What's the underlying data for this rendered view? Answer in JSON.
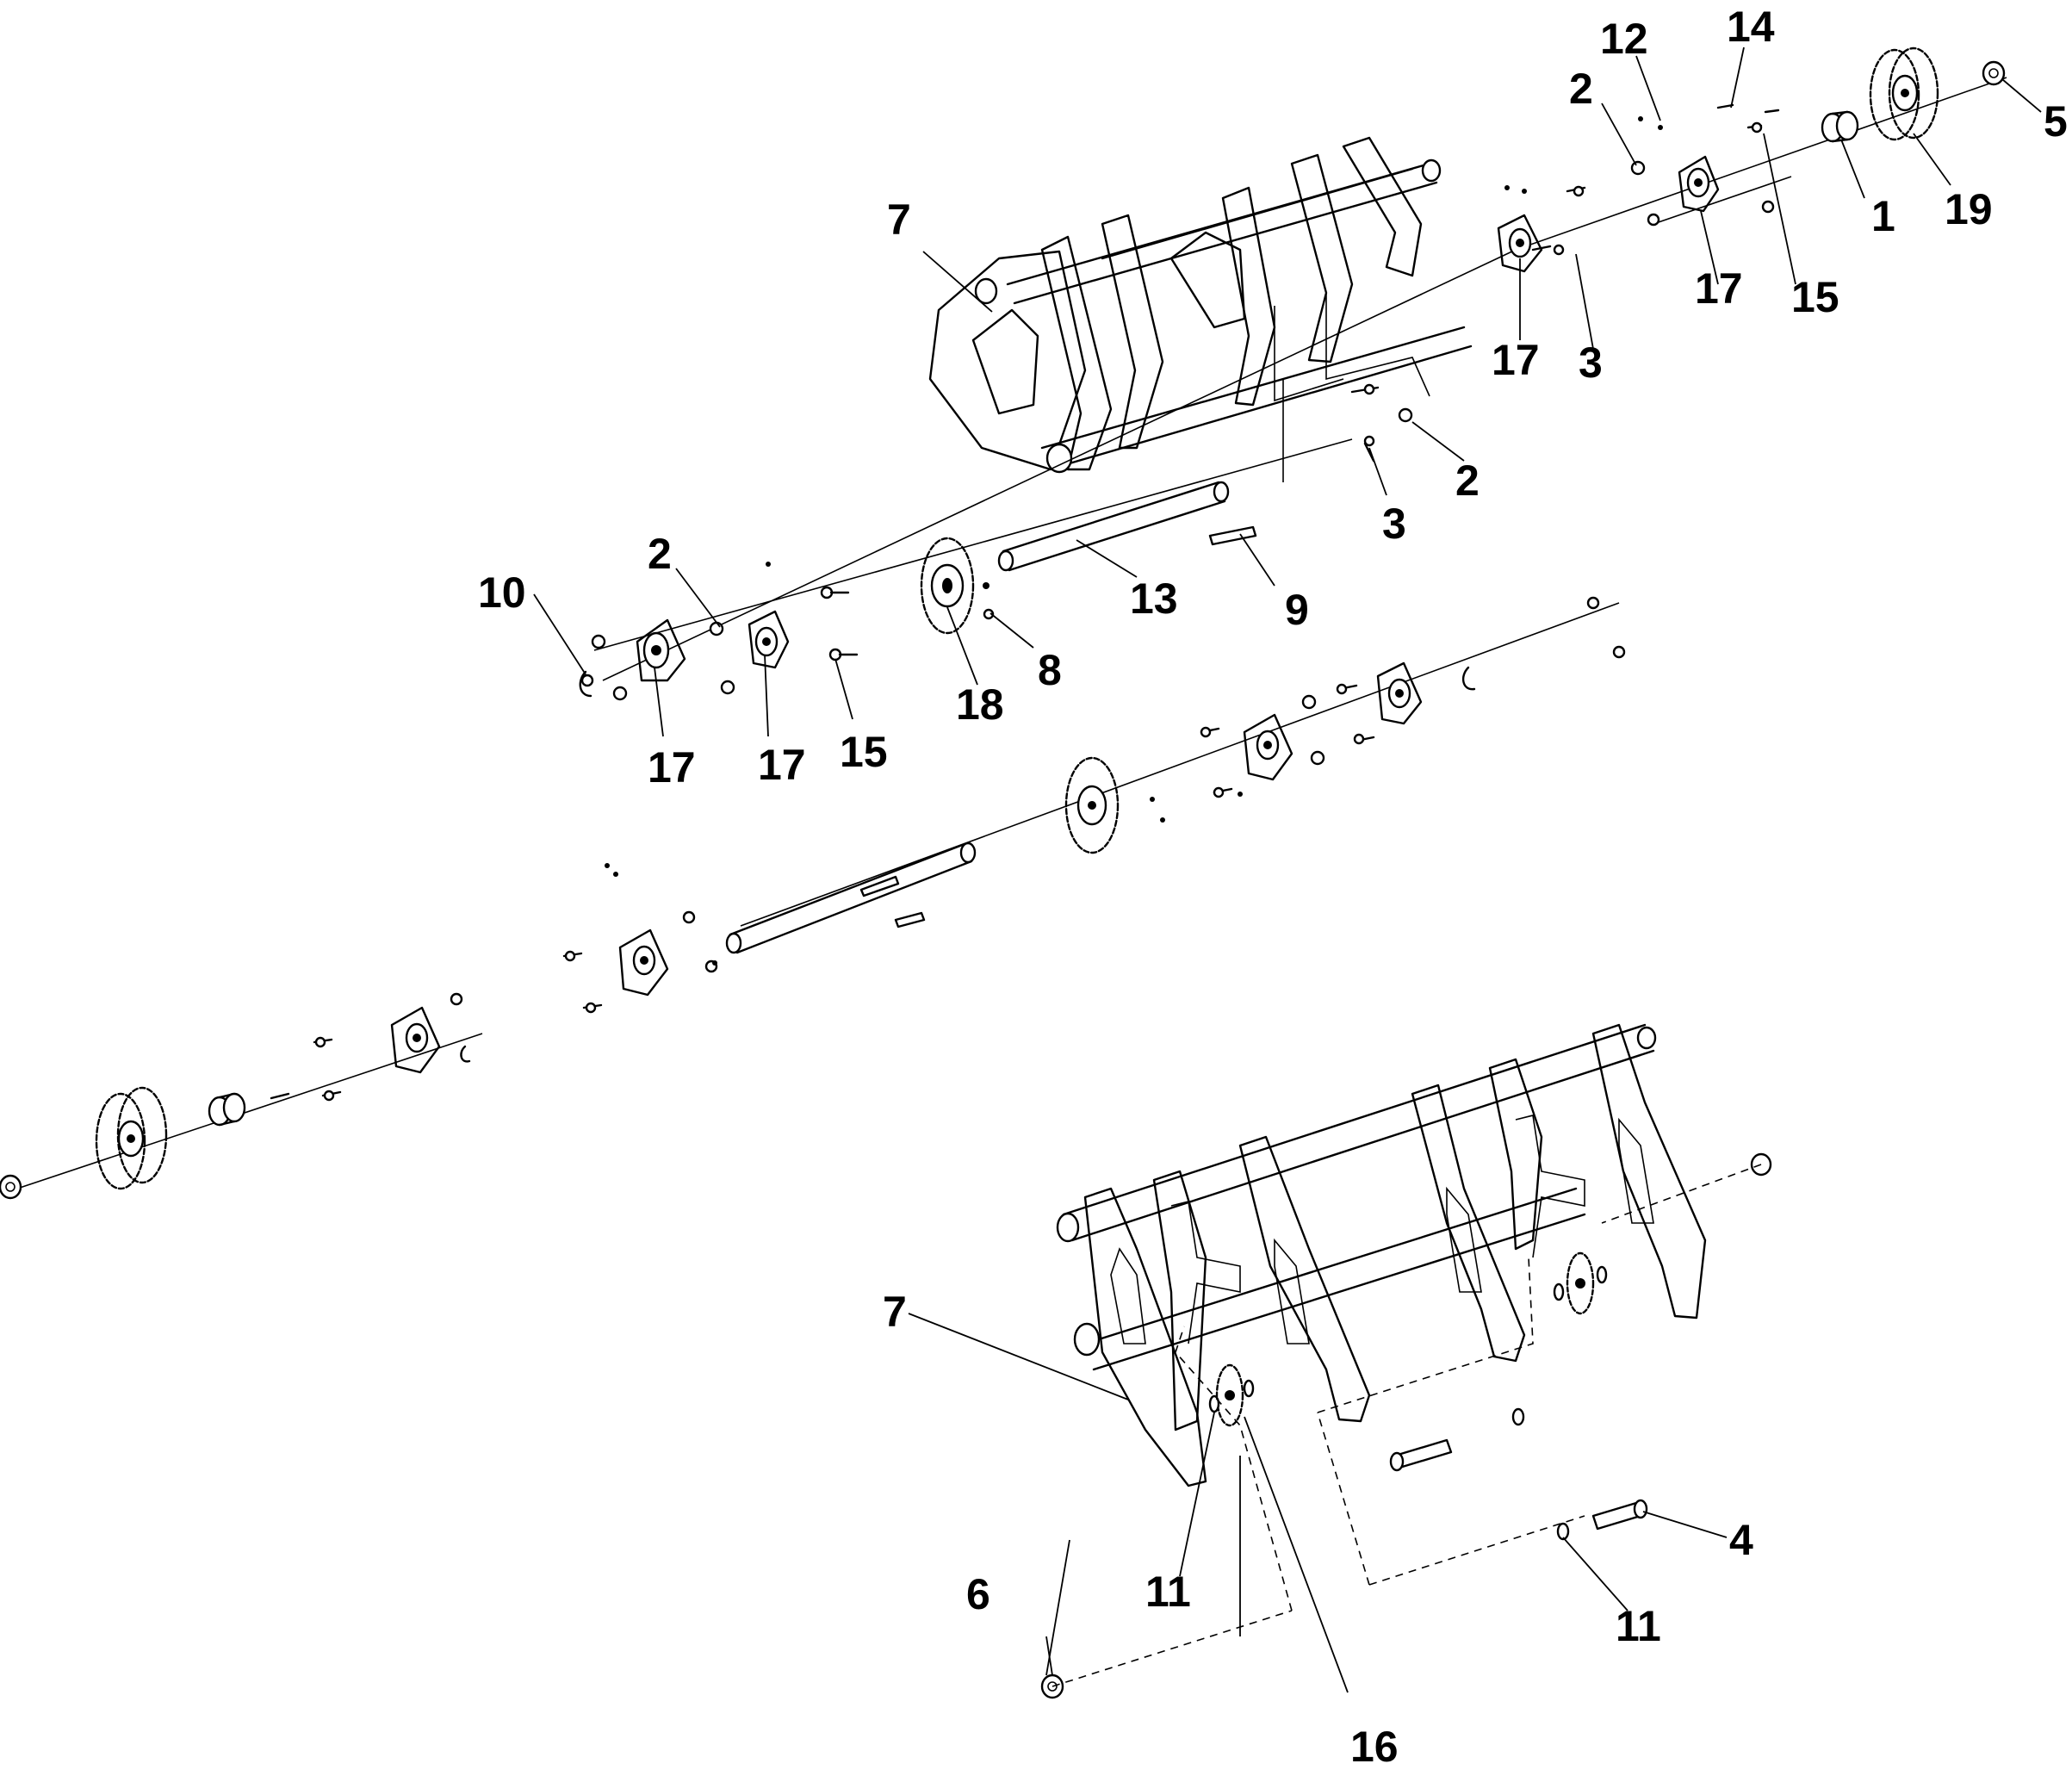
{
  "diagram": {
    "type": "exploded-parts-view",
    "callouts": [
      {
        "id": "c1",
        "label": "1"
      },
      {
        "id": "c2a",
        "label": "2"
      },
      {
        "id": "c2b",
        "label": "2"
      },
      {
        "id": "c2c",
        "label": "2"
      },
      {
        "id": "c3a",
        "label": "3"
      },
      {
        "id": "c3b",
        "label": "3"
      },
      {
        "id": "c4",
        "label": "4"
      },
      {
        "id": "c5",
        "label": "5"
      },
      {
        "id": "c6",
        "label": "6"
      },
      {
        "id": "c7a",
        "label": "7"
      },
      {
        "id": "c7b",
        "label": "7"
      },
      {
        "id": "c8",
        "label": "8"
      },
      {
        "id": "c9",
        "label": "9"
      },
      {
        "id": "c10",
        "label": "10"
      },
      {
        "id": "c11a",
        "label": "11"
      },
      {
        "id": "c11b",
        "label": "11"
      },
      {
        "id": "c12",
        "label": "12"
      },
      {
        "id": "c13",
        "label": "13"
      },
      {
        "id": "c14",
        "label": "14"
      },
      {
        "id": "c15a",
        "label": "15"
      },
      {
        "id": "c15b",
        "label": "15"
      },
      {
        "id": "c16",
        "label": "16"
      },
      {
        "id": "c17a",
        "label": "17"
      },
      {
        "id": "c17b",
        "label": "17"
      },
      {
        "id": "c17c",
        "label": "17"
      },
      {
        "id": "c17d",
        "label": "17"
      },
      {
        "id": "c18",
        "label": "18"
      },
      {
        "id": "c19",
        "label": "19"
      }
    ]
  }
}
